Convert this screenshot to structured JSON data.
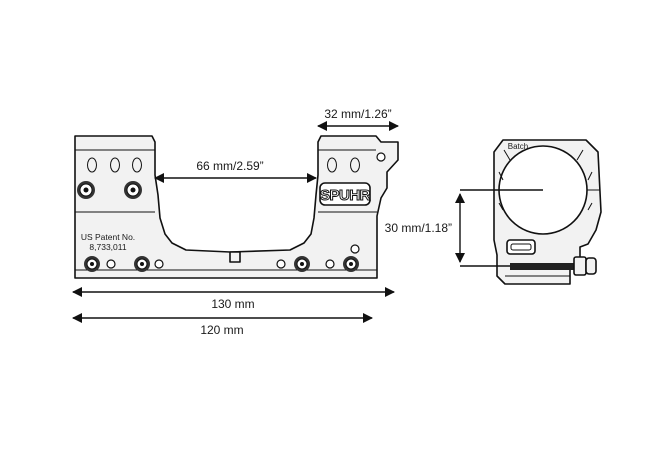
{
  "diagram": {
    "brand_mark": "SPUHR",
    "patent_line1": "US Patent No.",
    "patent_line2": "8,733,011",
    "batch_label": "Batch"
  },
  "dimensions": {
    "ring_width": "32 mm/1.26”",
    "ring_spacing": "66 mm/2.59”",
    "overall_length": "130 mm",
    "base_length": "120 mm",
    "height": "30 mm/1.18”"
  },
  "colors": {
    "line": "#111111",
    "part_fill": "#f2f2f2",
    "background": "#ffffff"
  }
}
